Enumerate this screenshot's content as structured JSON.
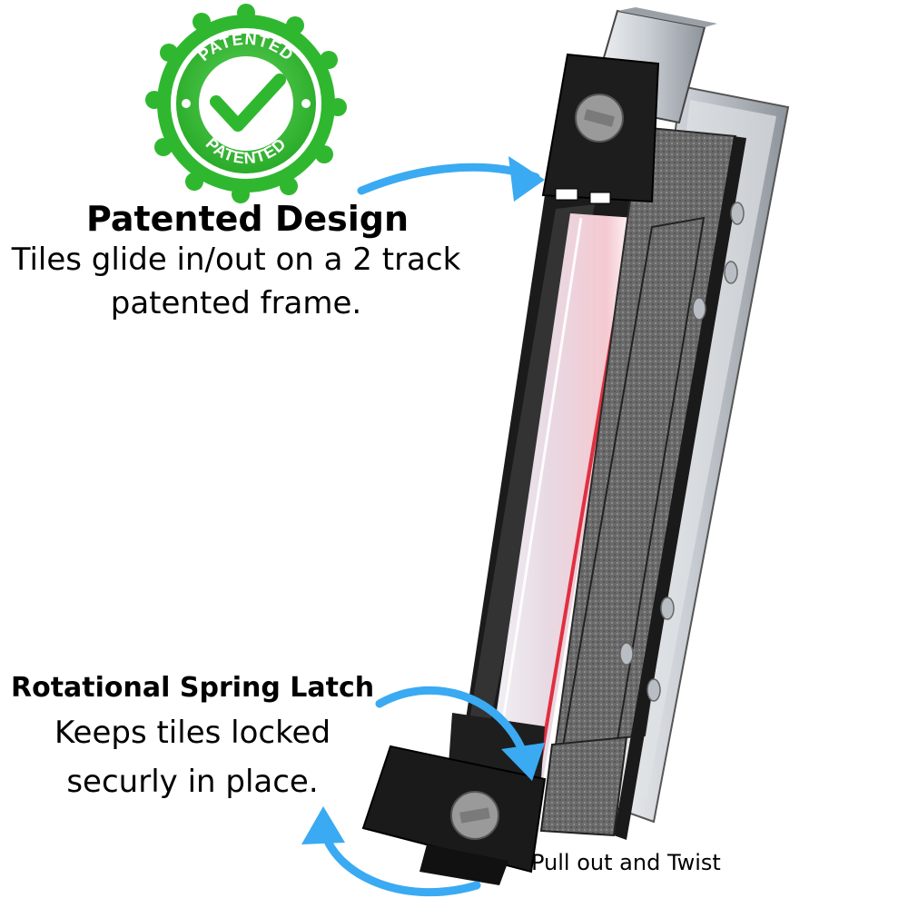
{
  "seal": {
    "top_text": "PATENTED",
    "bottom_text": "PATENTED",
    "color_green": "#2fb82f",
    "color_dark_green": "#1f8f1f",
    "icon": "checkmark-icon"
  },
  "design": {
    "title": "Patented Design",
    "line1": "Tiles glide in/out on a 2 track",
    "line2": "patented frame."
  },
  "latch": {
    "title": "Rotational Spring Latch",
    "line1": "Keeps tiles locked",
    "line2": "securly in place.",
    "caption": "Pull out and Twist"
  },
  "colors": {
    "arrow": "#3aaaf2",
    "frame_dark": "#1a1a1a",
    "frame_silver": "#cfd3d8",
    "tile_gray": "#6d6d6d",
    "accent_red": "#e03040"
  }
}
